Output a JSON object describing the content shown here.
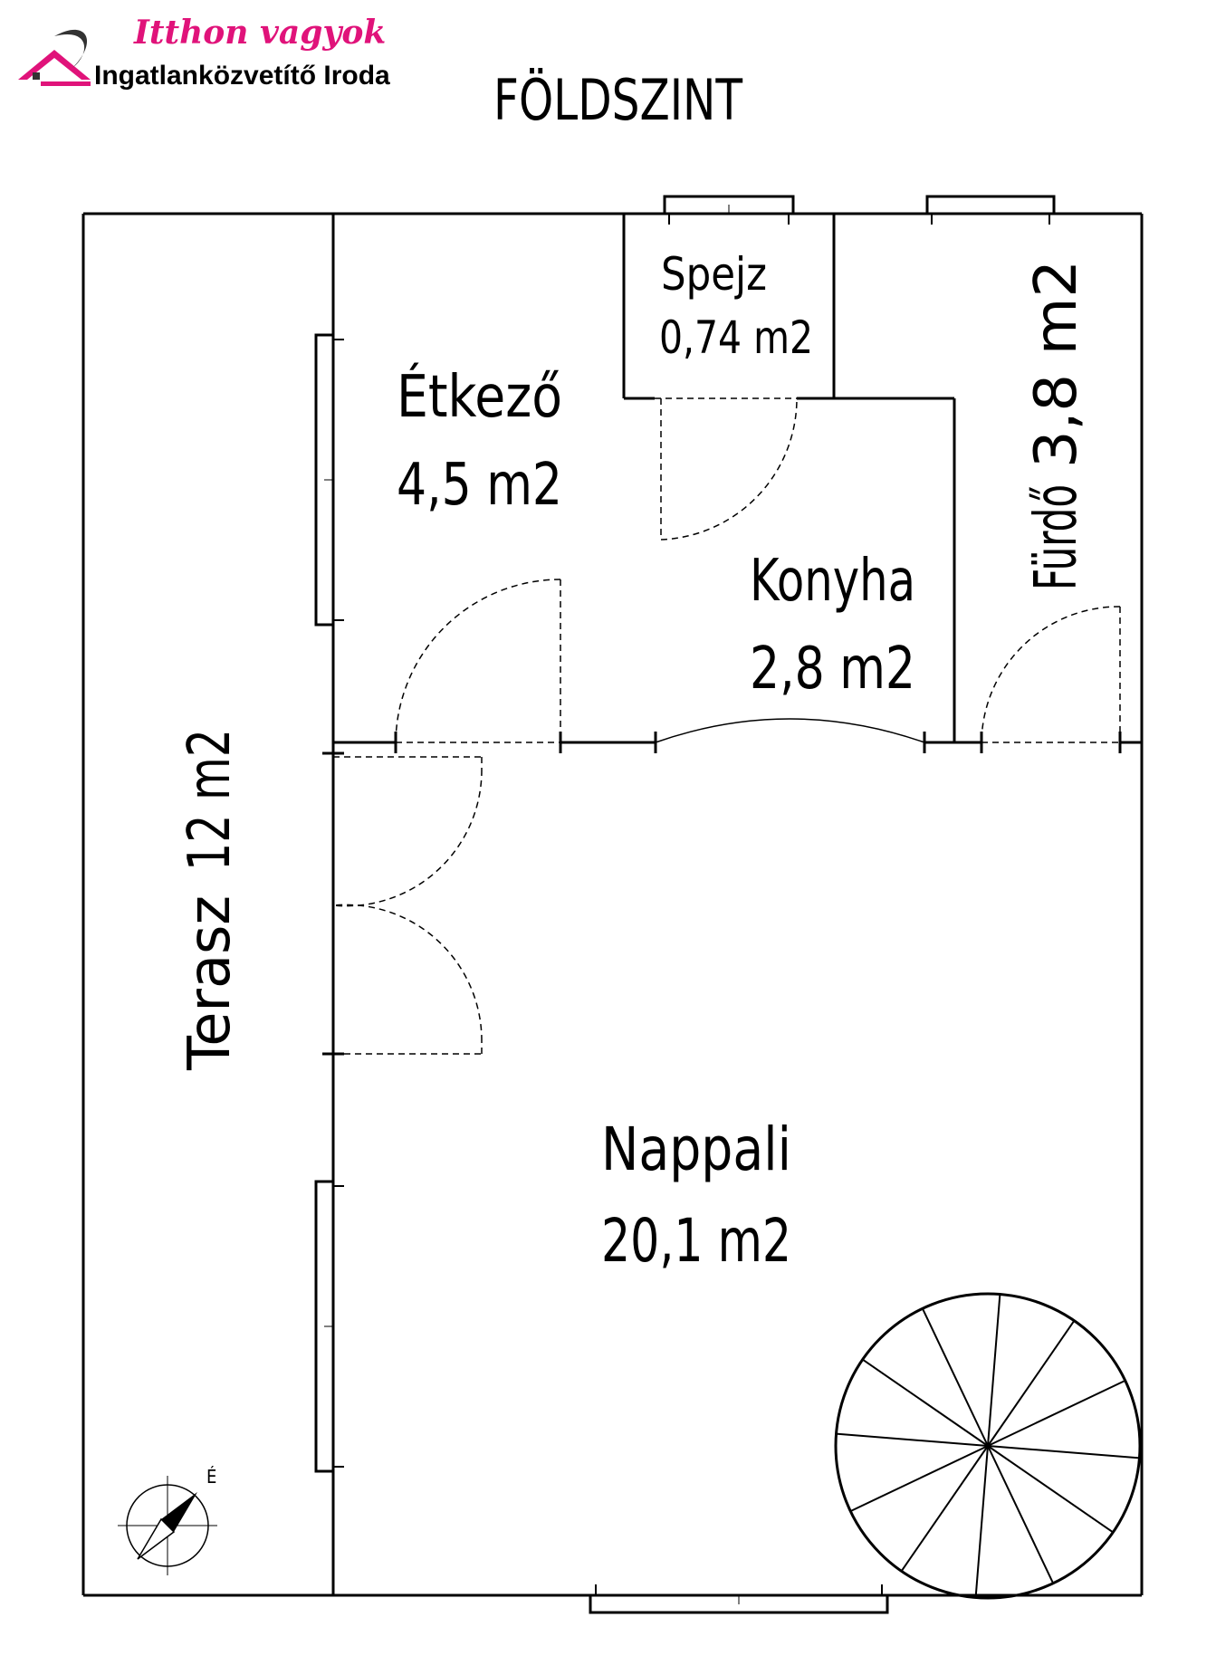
{
  "logo": {
    "tagline": "Itthon vagyok",
    "company": "Ingatlanközvetítő Iroda",
    "accent_color": "#e0137a"
  },
  "plan_title": "FÖLDSZINT",
  "rooms": {
    "spejz": {
      "name": "Spejz",
      "area": "0,74 m2"
    },
    "etkezo": {
      "name": "Étkező",
      "area": "4,5 m2"
    },
    "konyha": {
      "name": "Konyha",
      "area": "2,8 m2"
    },
    "furdo": {
      "name": "Fürdő",
      "area": "3,8 m2"
    },
    "terasz": {
      "name": "Terasz",
      "area": "12 m2"
    },
    "nappali": {
      "name": "Nappali",
      "area": "20,1 m2"
    }
  },
  "compass": {
    "north_label": "É"
  },
  "spiral_stair": {
    "steps": 12
  }
}
